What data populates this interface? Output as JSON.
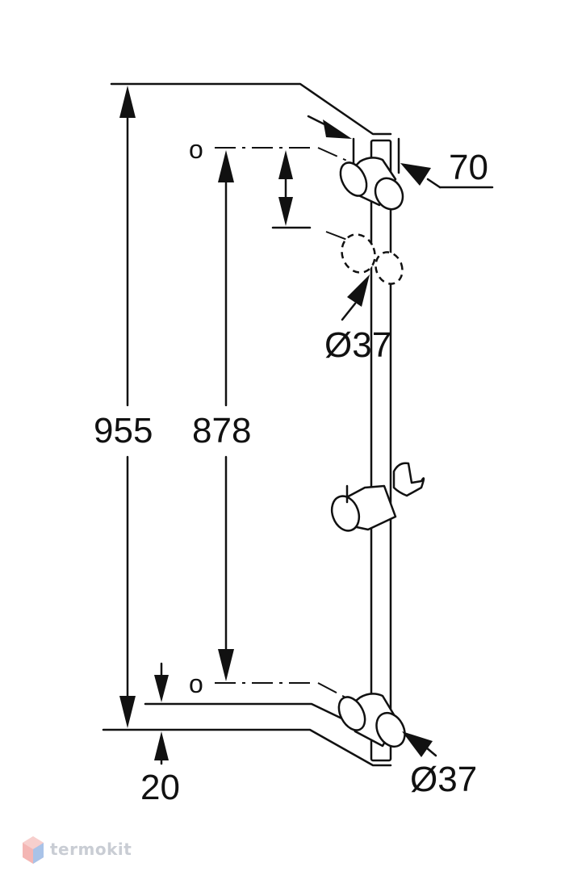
{
  "dimensions": {
    "total_height": "955",
    "hole_spacing": "878",
    "bottom_offset": "20",
    "projection": "70",
    "upper_holder_diameter": "Ø37",
    "lower_holder_diameter": "Ø37"
  },
  "mount_markers": {
    "top": "o",
    "bottom": "o"
  },
  "watermark": {
    "text": "termokit",
    "color": "#c9cdd4"
  },
  "colors": {
    "ink": "#111111",
    "background": "#ffffff"
  }
}
